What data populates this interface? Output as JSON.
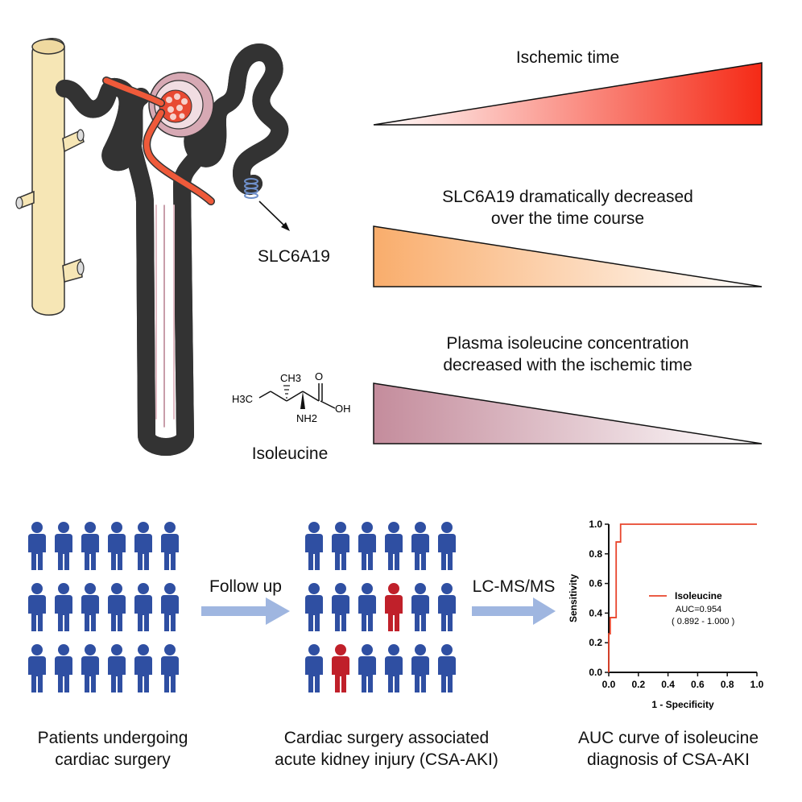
{
  "kidney": {
    "transporter_label": "SLC6A19"
  },
  "molecule": {
    "name": "Isoleucine",
    "atom_ch3": "CH3",
    "atom_h3c": "H3C",
    "atom_o": "O",
    "atom_oh": "OH",
    "atom_nh2": "NH2"
  },
  "gradients": [
    {
      "title": "Ischemic time",
      "direction": "increasing",
      "color": "#f52a16"
    },
    {
      "title_line1": "SLC6A19 dramatically decreased",
      "title_line2": "over the time course",
      "direction": "decreasing",
      "color": "#f9ad6c"
    },
    {
      "title_line1": "Plasma isoleucine concentration",
      "title_line2": "decreased with the ischemic time",
      "direction": "decreasing",
      "color": "#c48c9c"
    }
  ],
  "workflow": {
    "arrow1_label": "Follow up",
    "arrow2_label": "LC-MS/MS",
    "group1_caption_line1": "Patients undergoing",
    "group1_caption_line2": "cardiac surgery",
    "group2_caption_line1": "Cardiac surgery associated",
    "group2_caption_line2": "acute kidney injury (CSA-AKI)",
    "group3_caption_line1": "AUC curve of isoleucine",
    "group3_caption_line2": "diagnosis of CSA-AKI",
    "people_color": "#2f4fa2",
    "aki_color": "#c0202a"
  },
  "chart_data": {
    "type": "line",
    "xlabel": "1 - Specificity",
    "ylabel": "Sensitivity",
    "xlim": [
      0,
      1
    ],
    "ylim": [
      0,
      1
    ],
    "xticks": [
      "0.0",
      "0.2",
      "0.4",
      "0.6",
      "0.8",
      "1.0"
    ],
    "yticks": [
      "0.0",
      "0.2",
      "0.4",
      "0.6",
      "0.8",
      "1.0"
    ],
    "grid": false,
    "legend_position": "center",
    "series": [
      {
        "name": "Isoleucine",
        "color": "#e8452c",
        "x": [
          0,
          0,
          0.01,
          0.01,
          0.05,
          0.05,
          0.08,
          0.08,
          1
        ],
        "y": [
          0,
          0.26,
          0.26,
          0.37,
          0.37,
          0.88,
          0.88,
          1,
          1
        ]
      }
    ],
    "annotation_auc": "AUC=0.954",
    "annotation_ci": "( 0.892 - 1.000 )"
  }
}
